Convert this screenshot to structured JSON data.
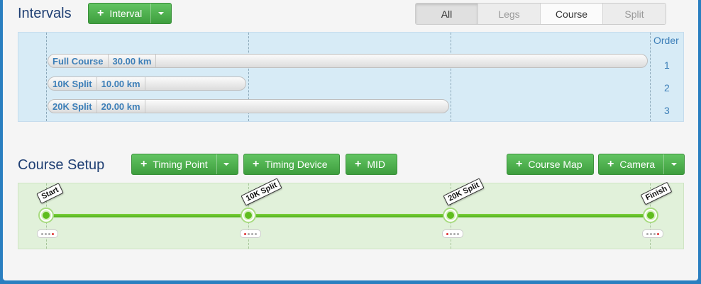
{
  "intervals": {
    "title": "Intervals",
    "add_button": "Interval",
    "filters": [
      "All",
      "Legs",
      "Course",
      "Split"
    ],
    "order_label": "Order",
    "rows": [
      {
        "name": "Full Course",
        "distance": "30.00 km",
        "order": "1"
      },
      {
        "name": "10K Split",
        "distance": "10.00 km",
        "order": "2"
      },
      {
        "name": "20K Split",
        "distance": "20.00 km",
        "order": "3"
      }
    ]
  },
  "course_setup": {
    "title": "Course Setup",
    "buttons": {
      "timing_point": "Timing Point",
      "timing_device": "Timing Device",
      "mid": "MID",
      "course_map": "Course Map",
      "camera": "Camera"
    },
    "points": [
      "Start",
      "10K Split",
      "20K Split",
      "Finish"
    ]
  },
  "colors": {
    "accent_green": "#4cae4c",
    "title_blue": "#1f3f73",
    "link_blue": "#3d7fb8"
  }
}
